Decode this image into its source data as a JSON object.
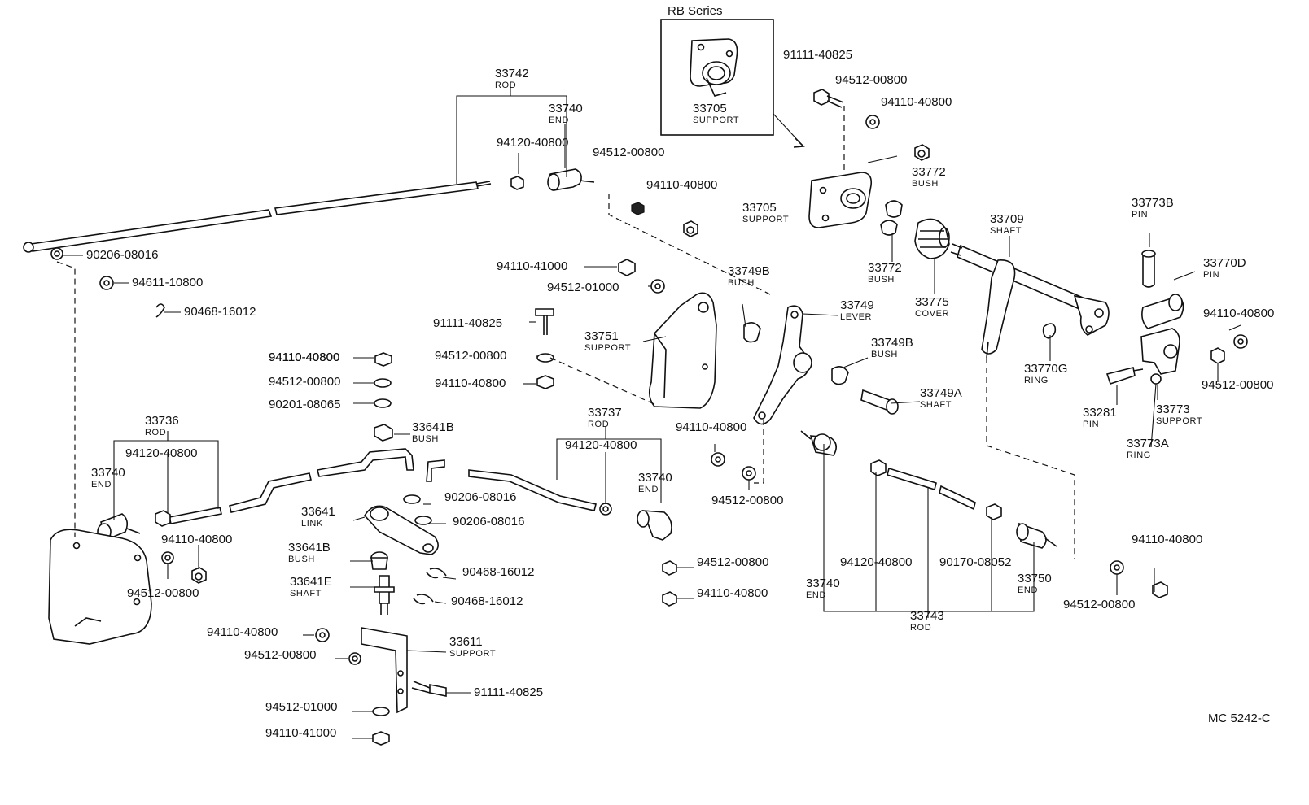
{
  "inset": {
    "title": "RB Series",
    "number": "33705",
    "name": "SUPPORT"
  },
  "diagram_code": "MC 5242-C",
  "labels": [
    {
      "id": "rod-33742",
      "number": "33742",
      "name": "ROD"
    },
    {
      "id": "end-33740-top",
      "number": "33740",
      "name": "END"
    },
    {
      "id": "nut-94120-top",
      "number": "94120-40800"
    },
    {
      "id": "washer-94512-top",
      "number": "94512-00800"
    },
    {
      "id": "nut-94110-top",
      "number": "94110-40800"
    },
    {
      "id": "washer-90206-top",
      "number": "90206-08016"
    },
    {
      "id": "washer-94611",
      "number": "94611-10800"
    },
    {
      "id": "clip-90468-top",
      "number": "90468-16012"
    },
    {
      "id": "bolt-91111-top",
      "number": "91111-40825"
    },
    {
      "id": "washer-94512-tr",
      "number": "94512-00800"
    },
    {
      "id": "nut-94110-tr",
      "number": "94110-40800"
    },
    {
      "id": "support-33705",
      "number": "33705",
      "name": "SUPPORT"
    },
    {
      "id": "bush-33772-a",
      "number": "33772",
      "name": "BUSH"
    },
    {
      "id": "bush-33772-b",
      "number": "33772",
      "name": "BUSH"
    },
    {
      "id": "cover-33775",
      "number": "33775",
      "name": "COVER"
    },
    {
      "id": "shaft-33709",
      "number": "33709",
      "name": "SHAFT"
    },
    {
      "id": "pin-33773b",
      "number": "33773B",
      "name": "PIN"
    },
    {
      "id": "pin-33770d",
      "number": "33770D",
      "name": "PIN"
    },
    {
      "id": "nut-94110-right",
      "number": "94110-40800"
    },
    {
      "id": "washer-94512-right",
      "number": "94512-00800"
    },
    {
      "id": "ring-33770g",
      "number": "33770G",
      "name": "RING"
    },
    {
      "id": "pin-33281",
      "number": "33281",
      "name": "PIN"
    },
    {
      "id": "support-33773",
      "number": "33773",
      "name": "SUPPORT"
    },
    {
      "id": "ring-33773a",
      "number": "33773A",
      "name": "RING"
    },
    {
      "id": "nut-94110-41000-top",
      "number": "94110-41000"
    },
    {
      "id": "washer-94512-01000-top",
      "number": "94512-01000"
    },
    {
      "id": "bolt-91111-mid",
      "number": "91111-40825"
    },
    {
      "id": "support-33751",
      "number": "33751",
      "name": "SUPPORT"
    },
    {
      "id": "bush-33749b-a",
      "number": "33749B",
      "name": "BUSH"
    },
    {
      "id": "lever-33749",
      "number": "33749",
      "name": "LEVER"
    },
    {
      "id": "bush-33749b-b",
      "number": "33749B",
      "name": "BUSH"
    },
    {
      "id": "shaft-33749a",
      "number": "33749A",
      "name": "SHAFT"
    },
    {
      "id": "nut-94110-l1",
      "number": "94110-40800"
    },
    {
      "id": "washer-94512-l1",
      "number": "94512-00800"
    },
    {
      "id": "washer-94512-mid",
      "number": "94512-00800"
    },
    {
      "id": "nut-94110-mid",
      "number": "94110-40800"
    },
    {
      "id": "nut-94110-l2",
      "number": "94110-40800"
    },
    {
      "id": "washer-94512-l2",
      "number": "94512-00800"
    },
    {
      "id": "nut-94110-l3",
      "number": "94110-40800"
    },
    {
      "id": "washer-90201",
      "number": "90201-08065"
    },
    {
      "id": "bush-33641b-top",
      "number": "33641B",
      "name": "BUSH"
    },
    {
      "id": "rod-33736",
      "number": "33736",
      "name": "ROD"
    },
    {
      "id": "nut-94120-left",
      "number": "94120-40800"
    },
    {
      "id": "end-33740-left",
      "number": "33740",
      "name": "END"
    },
    {
      "id": "nut-94110-left",
      "number": "94110-40800"
    },
    {
      "id": "washer-94512-left",
      "number": "94512-00800"
    },
    {
      "id": "rod-33737",
      "number": "33737",
      "name": "ROD"
    },
    {
      "id": "nut-94120-mid",
      "number": "94120-40800"
    },
    {
      "id": "end-33740-mid",
      "number": "33740",
      "name": "END"
    },
    {
      "id": "washer-90206-a",
      "number": "90206-08016"
    },
    {
      "id": "washer-90206-b",
      "number": "90206-08016"
    },
    {
      "id": "link-33641",
      "number": "33641",
      "name": "LINK"
    },
    {
      "id": "bush-33641b",
      "number": "33641B",
      "name": "BUSH"
    },
    {
      "id": "clip-90468-a",
      "number": "90468-16012"
    },
    {
      "id": "shaft-33641e",
      "number": "33641E",
      "name": "SHAFT"
    },
    {
      "id": "clip-90468-b",
      "number": "90468-16012"
    },
    {
      "id": "washer-94512-low",
      "number": "94512-00800"
    },
    {
      "id": "nut-94110-low",
      "number": "94110-40800"
    },
    {
      "id": "nut-94110-bl",
      "number": "94110-40800"
    },
    {
      "id": "washer-94512-bl",
      "number": "94512-00800"
    },
    {
      "id": "support-33611",
      "number": "33611",
      "name": "SUPPORT"
    },
    {
      "id": "bolt-91111-bottom",
      "number": "91111-40825"
    },
    {
      "id": "washer-94512-01000-bottom",
      "number": "94512-01000"
    },
    {
      "id": "nut-94110-41000-bottom",
      "number": "94110-41000"
    },
    {
      "id": "end-33740-right",
      "number": "33740",
      "name": "END"
    },
    {
      "id": "nut-94120-right",
      "number": "94120-40800"
    },
    {
      "id": "nut-90170",
      "number": "90170-08052"
    },
    {
      "id": "end-33750",
      "number": "33750",
      "name": "END"
    },
    {
      "id": "rod-33743",
      "number": "33743",
      "name": "ROD"
    },
    {
      "id": "nut-94110-br",
      "number": "94110-40800"
    },
    {
      "id": "washer-94512-br",
      "number": "94512-00800"
    }
  ]
}
